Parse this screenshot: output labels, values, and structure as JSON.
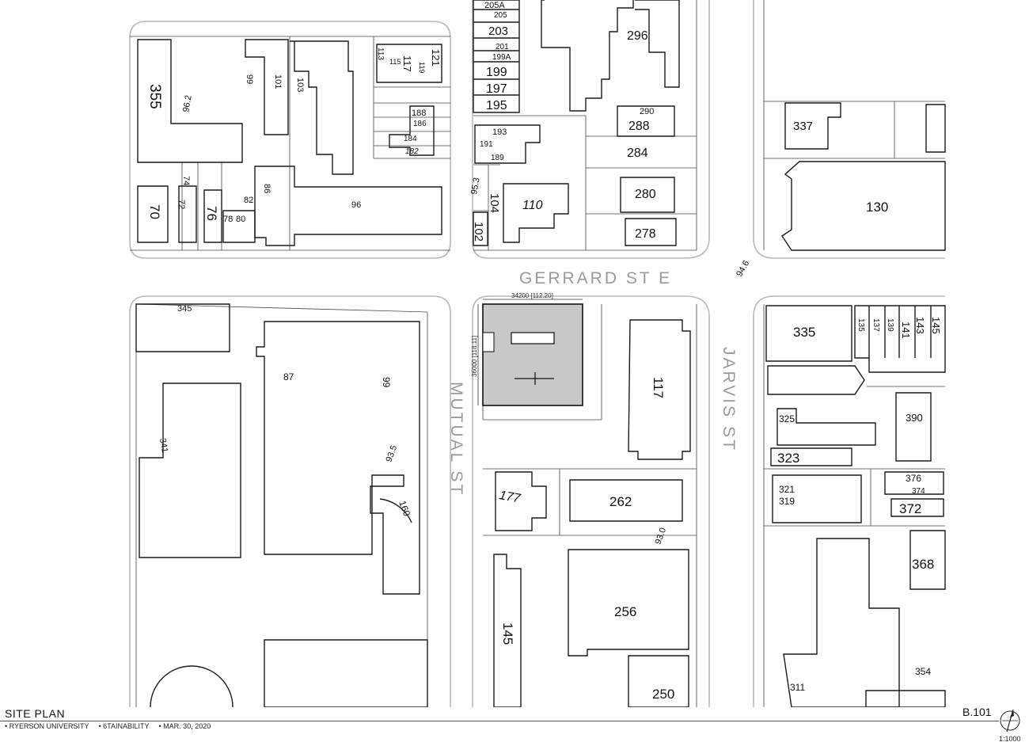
{
  "streets": {
    "gerrard": "GERRARD ST E",
    "mutual": "MUTUAL ST",
    "jarvis": "JARVIS ST"
  },
  "site_dimensions": {
    "width": "34200 [112.20]",
    "depth": "36000 [118.11]"
  },
  "elevations": [
    "96.2",
    "95.3",
    "94.6",
    "93.5",
    "93.0"
  ],
  "buildings": {
    "nw": [
      "355",
      "99",
      "101",
      "103",
      "113",
      "115",
      "117",
      "119",
      "121",
      "188",
      "186",
      "184",
      "182",
      "96",
      "86",
      "82",
      "80",
      "78",
      "76",
      "74",
      "72",
      "70"
    ],
    "nc": [
      "205A",
      "205",
      "203",
      "201",
      "199A",
      "199",
      "197",
      "195",
      "193",
      "191",
      "189",
      "104",
      "102",
      "110",
      "296",
      "290",
      "288",
      "284",
      "280",
      "278"
    ],
    "ne": [
      "337",
      "130"
    ],
    "sw": [
      "345",
      "341",
      "87",
      "99",
      "160"
    ],
    "sc": [
      "117",
      "177",
      "262",
      "145",
      "256",
      "250"
    ],
    "se": [
      "335",
      "135",
      "137",
      "139",
      "141",
      "143",
      "145",
      "325",
      "390",
      "323",
      "321",
      "319",
      "376",
      "374",
      "372",
      "368",
      "311",
      "354"
    ]
  },
  "footer": {
    "title": "SITE PLAN",
    "org": "• RYERSON UNIVERSITY",
    "team": "• 6TAINABILITY",
    "date": "• MAR. 30, 2020",
    "sheet": "B.101",
    "scale": "1:1000"
  }
}
